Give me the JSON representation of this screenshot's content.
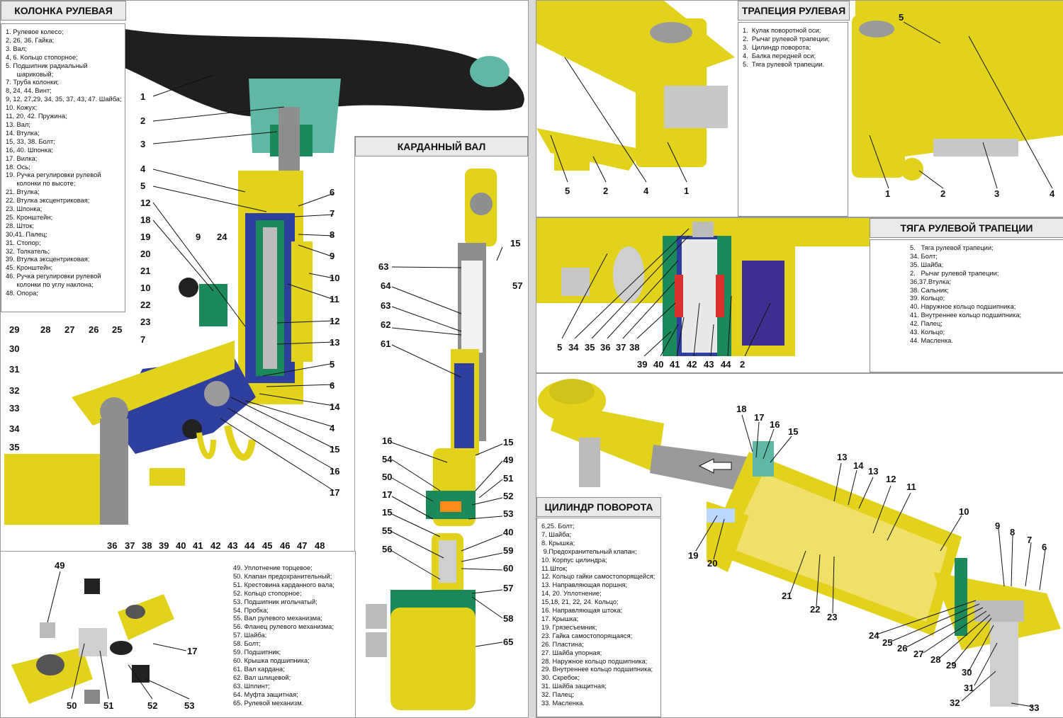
{
  "colors": {
    "yellow": "#e3d21c",
    "yellow_dark": "#b6a40d",
    "blue": "#2f3f9e",
    "green": "#1a8a5a",
    "teal": "#5fb8a6",
    "gray": "#8e8e8e",
    "black": "#222222",
    "purple": "#3d2f8f",
    "red": "#d8312e"
  },
  "steering_column": {
    "title": "КОЛОНКА РУЛЕВАЯ",
    "legend": [
      "1. Рулевое колесо;",
      "2, 26, 36. Гайка;",
      "3. Вал;",
      "4, 6. Кольцо стопорное;",
      "5. Подшипник радиальный",
      "      шариковый;",
      "7. Труба колонки;",
      "8, 24, 44. Винт;",
      "9, 12, 27,29, 34, 35, 37, 43, 47. Шайба;",
      "10. Кожух;",
      "11, 20, 42. Пружина;",
      "13. Вал;",
      "14. Втулка;",
      "15, 33, 38. Болт;",
      "16, 40. Шпонка;",
      "17. Вилка;",
      "18. Ось;",
      "19. Ручка регулировки рулевой",
      "      колонки по высоте;",
      "21. Втулка;",
      "22. Втулка эксцентриковая;",
      "23. Шпонка;",
      "25. Кронштейн;",
      "28. Шток;",
      "30,41. Палец;",
      "31. Стопор;",
      "32. Толкатель;",
      "39. Втулка эксцентриковая;",
      "45. Кронштейн;",
      "46. Ручка регулировки рулевой",
      "      колонки по углу наклона;",
      "48. Опора;"
    ],
    "callouts_left": [
      "1",
      "2",
      "3",
      "4",
      "5",
      "12",
      "18",
      "19",
      "20",
      "21",
      "10",
      "22",
      "23",
      "9",
      "24"
    ],
    "callouts_right": [
      "6",
      "7",
      "8",
      "9",
      "10",
      "11",
      "12",
      "13",
      "5",
      "6",
      "14",
      "4",
      "15",
      "16",
      "17"
    ],
    "callouts_bottom": [
      "36",
      "37",
      "38",
      "39",
      "40",
      "41",
      "42",
      "43",
      "44",
      "45",
      "46",
      "47",
      "48"
    ],
    "callouts_side": [
      "29",
      "28",
      "27",
      "26",
      "25",
      "7",
      "30",
      "31",
      "32",
      "33",
      "34",
      "35"
    ]
  },
  "cardan_shaft": {
    "title": "КАРДАННЫЙ ВАЛ",
    "callouts_left": [
      "63",
      "64",
      "63",
      "62",
      "61",
      "16",
      "54",
      "50",
      "17",
      "15",
      "55",
      "56"
    ],
    "callouts_right": [
      "15",
      "57",
      "15",
      "49",
      "51",
      "52",
      "53",
      "40",
      "59",
      "60",
      "57",
      "58",
      "65"
    ]
  },
  "cardan_parts": {
    "legend": [
      "49. Уплотнение торцевое;",
      "50. Клапан предохранительный;",
      "51. Крестовина карданного вала;",
      "52. Кольцо стопорное;",
      "53. Подшипник игольчатый;",
      "54. Пробка;",
      "55. Вал рулевого механизма;",
      "56. Фланец рулевого механизма;",
      "57. Шайба;",
      "58. Болт;",
      "59. Подшипник;",
      "60. Крышка подшипника;",
      "61. Вал кардана;",
      "62. Вал шлицевой;",
      "63. Шплинт;",
      "64. Муфта защитная;",
      "65. Рулевой механизм."
    ],
    "callouts": [
      "49",
      "17",
      "50",
      "51",
      "52",
      "53"
    ]
  },
  "trapezoid": {
    "title": "ТРАПЕЦИЯ РУЛЕВАЯ",
    "legend": [
      "1.  Кулак поворотной оси;",
      "2.  Рычаг рулевой трапеции;",
      "3.  Цилиндр поворота;",
      "4.  Балка передней оси;",
      "5.  Тяга рулевой трапеции."
    ],
    "callouts_left": [
      "5",
      "2",
      "4",
      "1"
    ],
    "callouts_right": [
      "5",
      "1",
      "2",
      "3",
      "4"
    ]
  },
  "tie_rod": {
    "title": "ТЯГА РУЛЕВОЙ ТРАПЕЦИИ",
    "legend": [
      "5.   Тяга рулевой трапеции;",
      "34. Болт;",
      "35. Шайба;",
      "2.   Рычаг рулевой трапеции;",
      "36,37.Втулка;",
      "38. Сальник;",
      "39. Кольцо;",
      "40. Наружное кольцо подшипника;",
      "41. Внутреннее кольцо подшипника;",
      "42. Палец;",
      "43. Кольцо;",
      "44. Масленка."
    ],
    "callouts": [
      "5",
      "34",
      "35",
      "36",
      "37",
      "38",
      "39",
      "40",
      "41",
      "42",
      "43",
      "44",
      "2"
    ]
  },
  "cylinder": {
    "title": "ЦИЛИНДР ПОВОРОТА",
    "legend": [
      "6,25. Болт;",
      "7. Шайба;",
      "8. Крышка;",
      " 9.Предохранительный клапан;",
      "10. Корпус цилиндра;",
      "11.Шток;",
      "12. Кольцо гайки самостопорящейся;",
      "13. Направляющая поршня;",
      "14, 20. Уплотнение;",
      "15,18, 21, 22, 24. Кольцо;",
      "16. Направляющая штока;",
      "17. Крышка;",
      "19. Грязесъемник;",
      "23. Гайка самостопорящаяся;",
      "26. Пластина;",
      "27. Шайба упорная;",
      "28. Наружное кольцо подшипника;",
      "29. Внутреннее кольцо подшипника;",
      "30. Скребок;",
      "31. Шайба защитная;",
      "32. Палец;",
      "33. Масленка."
    ],
    "callouts": [
      "18",
      "17",
      "16",
      "15",
      "13",
      "14",
      "13",
      "12",
      "11",
      "10",
      "19",
      "20",
      "21",
      "22",
      "23",
      "9",
      "8",
      "7",
      "6",
      "24",
      "25",
      "26",
      "27",
      "28",
      "29",
      "30",
      "31",
      "32",
      "33"
    ]
  }
}
